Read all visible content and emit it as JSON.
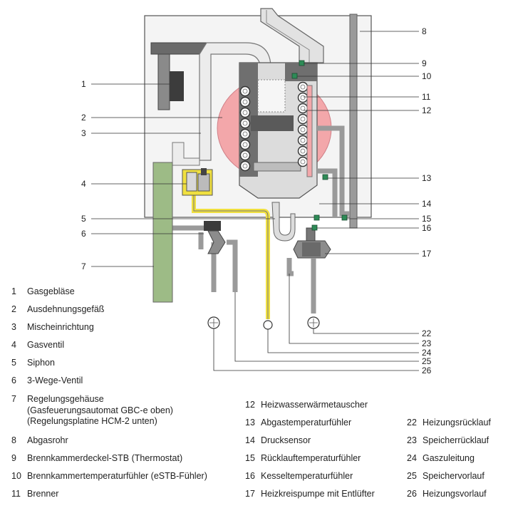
{
  "callouts": {
    "left": [
      "1",
      "2",
      "3",
      "4",
      "5",
      "6",
      "7"
    ],
    "right": [
      "8",
      "9",
      "10",
      "11",
      "12",
      "13",
      "14",
      "15",
      "16",
      "17"
    ],
    "bottom": [
      "22",
      "23",
      "24",
      "25",
      "26"
    ]
  },
  "legend": {
    "col1": [
      {
        "num": "1",
        "label": "Gasgebläse"
      },
      {
        "num": "2",
        "label": "Ausdehnungsgefäß"
      },
      {
        "num": "3",
        "label": "Mischeinrichtung"
      },
      {
        "num": "4",
        "label": "Gasventil"
      },
      {
        "num": "5",
        "label": "Siphon"
      },
      {
        "num": "6",
        "label": "3-Wege-Ventil"
      },
      {
        "num": "7",
        "label": "Regelungsgehäuse",
        "sub1": "(Gasfeuerungsautomat GBC-e oben)",
        "sub2": "(Regelungsplatine HCM-2 unten)"
      },
      {
        "num": "8",
        "label": "Abgasrohr"
      },
      {
        "num": "9",
        "label": "Brennkammerdeckel-STB (Thermostat)"
      },
      {
        "num": "10",
        "label": "Brennkammertemperaturfühler (eSTB-Fühler)"
      },
      {
        "num": "11",
        "label": "Brenner"
      }
    ],
    "col2": [
      {
        "num": "12",
        "label": "Heizwasserwärmetauscher"
      },
      {
        "num": "13",
        "label": "Abgastemperaturfühler"
      },
      {
        "num": "14",
        "label": "Drucksensor"
      },
      {
        "num": "15",
        "label": "Rücklauftemperaturfühler"
      },
      {
        "num": "16",
        "label": "Kesseltemperaturfühler"
      },
      {
        "num": "17",
        "label": "Heizkreispumpe mit Entlüfter"
      }
    ],
    "col3": [
      {
        "num": "22",
        "label": "Heizungsrücklauf"
      },
      {
        "num": "23",
        "label": "Speicherrücklauf"
      },
      {
        "num": "24",
        "label": "Gaszuleitung"
      },
      {
        "num": "25",
        "label": "Speichervorlauf"
      },
      {
        "num": "26",
        "label": "Heizungsvorlauf"
      }
    ]
  },
  "colors": {
    "pipe": "#9a9a9a",
    "pipe_outline": "#555555",
    "expansion_vessel": "#f2a6a8",
    "control_box": "#9dbb86",
    "gas_line": "#f2e24a",
    "sensor": "#2e8b57",
    "dark_part": "#4a4a4a"
  }
}
